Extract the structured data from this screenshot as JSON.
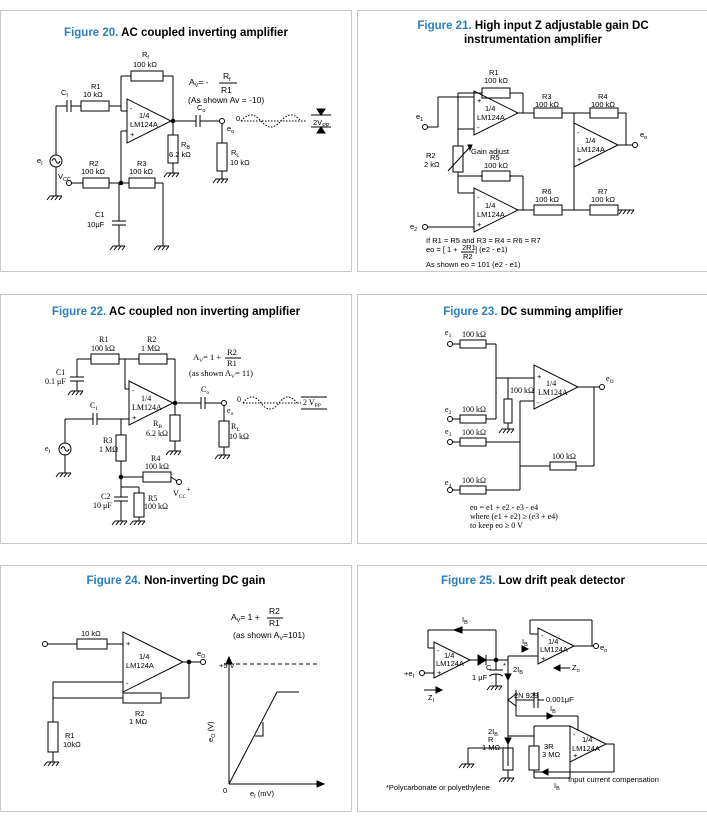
{
  "figures": [
    {
      "number": "Figure 20.",
      "title": "AC coupled inverting amplifier",
      "labels": {
        "rf": "R",
        "rf_sub": "f",
        "rf_val": "100 kΩ",
        "r1": "R1",
        "r1_val": "10 kΩ",
        "c1_top": "C",
        "c1_top_sub": "I",
        "r2": "R2",
        "r2_val": "100 kΩ",
        "r3": "R3",
        "r3_val": "100 kΩ",
        "rb": "R",
        "rb_sub": "B",
        "rb_val": "6.2 kΩ",
        "co": "C",
        "co_sub": "o",
        "eo": "e",
        "eo_sub": "o",
        "rl": "R",
        "rl_sub": "L",
        "rl_val": "10 kΩ",
        "opamp_top": "1/4",
        "opamp": "LM124A",
        "vcc": "V",
        "vcc_sub": "CC",
        "ei": "e",
        "ei_sub": "I",
        "c1": "C1",
        "c1_val": "10μF",
        "zero": "0",
        "vpp": "2V",
        "vpp_sub": "PP",
        "av": "A",
        "av_sub": "V",
        "av_eq": "= -",
        "av_num": "R",
        "av_num_sub": "f",
        "av_den": "R1",
        "av_note": "(As shown Av = -10)"
      }
    },
    {
      "number": "Figure 21.",
      "title": "High input Z adjustable gain DC instrumentation amplifier",
      "labels": {
        "r1": "R1",
        "r1_val": "100 kΩ",
        "r3": "R3",
        "r3_val": "100 kΩ",
        "r4": "R4",
        "r4_val": "100 kΩ",
        "r5": "R5",
        "r5_val": "100 kΩ",
        "r6": "R6",
        "r6_val": "100 kΩ",
        "r7": "R7",
        "r7_val": "100 kΩ",
        "r2": "R2",
        "r2_val": "2 kΩ",
        "gain": "Gain adjust",
        "opamp_top": "1/4",
        "opamp": "LM124A",
        "e1": "e",
        "e1_sub": "1",
        "e2": "e",
        "e2_sub": "2",
        "eo": "e",
        "eo_sub": "o",
        "plus": "+",
        "minus": "-",
        "note1": "If R1 = R5 and R3 = R4 = R6 = R7",
        "note2a": "eo = [ 1 +",
        "note2b": "2R1",
        "note2c": "] (e2 - e1)",
        "note2d": "R2",
        "note3": "As shown eo = 101 (e2 - e1)"
      }
    },
    {
      "number": "Figure 22.",
      "title": "AC coupled non inverting amplifier",
      "labels": {
        "r1": "R1",
        "r1_val": "100 kΩ",
        "r2": "R2",
        "r2_val": "1 MΩ",
        "c1": "C1",
        "c1_val": "0.1 μF",
        "c2": "C",
        "c2_sub": "I",
        "r3": "R3",
        "r3_val": "1 MΩ",
        "r4": "R4",
        "r4_val": "100 kΩ",
        "r5": "R5",
        "r5_val": "100 kΩ",
        "c2b": "C2",
        "c2b_val": "10 μF",
        "rb": "R",
        "rb_sub": "B",
        "rb_val": "6.2 kΩ",
        "co": "C",
        "co_sub": "o",
        "eo": "e",
        "eo_sub": "o",
        "rl": "R",
        "rl_sub": "L",
        "rl_val": "10 kΩ",
        "ei": "e",
        "ei_sub": "I",
        "vcc": "V",
        "vcc_sub": "CC",
        "opamp_top": "1/4",
        "opamp": "LM124A",
        "zero": "0",
        "vpp": "2 V",
        "vpp_sub": "PP",
        "av": "A",
        "av_sub": "V",
        "av_eq": "= 1 +",
        "av_num": "R2",
        "av_den": "R1",
        "av_note": "(as shown A",
        "av_note_sub": "V",
        "av_note_end": "= 11)"
      }
    },
    {
      "number": "Figure 23.",
      "title": "DC summing amplifier",
      "labels": {
        "r_val": "100 kΩ",
        "e1": "e",
        "e1_sub": "1",
        "e2": "e",
        "e2_sub": "2",
        "e3": "e",
        "e3_sub": "3",
        "e4": "e",
        "e4_sub": "4",
        "eo": "e",
        "eo_sub": "O",
        "opamp_top": "1/4",
        "opamp": "LM124A",
        "note1": "eo = e1 + e2 - e3 - e4",
        "note2": "where (e1 + e2)  ≥ (e3 + e4)",
        "note3": "to keep eo  ≥ 0 V"
      }
    },
    {
      "number": "Figure 24.",
      "title": "Non-inverting DC gain",
      "labels": {
        "r_in": "10 kΩ",
        "r1": "R1",
        "r1_val": "10kΩ",
        "r2": "R2",
        "r2_val": "1 MΩ",
        "opamp_top": "1/4",
        "opamp": "LM124A",
        "eo": "e",
        "eo_sub": "O",
        "av": "A",
        "av_sub": "V",
        "av_eq": "= 1 +",
        "av_num": "R2",
        "av_den": "R1",
        "av_note": "(as shown  A",
        "av_note_sub": "V",
        "av_note_end": "=101)",
        "v5": "+5 V",
        "ylabel": "e",
        "ylabel_sub": "O",
        "ylabel_unit": "(V)",
        "zero": "0",
        "xlabel": "e",
        "xlabel_sub": "I",
        "xlabel_unit": "(mV)"
      }
    },
    {
      "number": "Figure 25.",
      "title": "Low drift peak detector",
      "labels": {
        "ib": "I",
        "ib_sub": "B",
        "two_ib": "2I",
        "two_ib_sub": "B",
        "opamp_top": "1/4",
        "opamp": "LM124A",
        "ei": "+e",
        "ei_sub": "I",
        "eo": "e",
        "eo_sub": "o",
        "zi": "Z",
        "zi_sub": "I",
        "zo": "Z",
        "zo_sub": "o",
        "c_val": "1 μF",
        "c": "C",
        "star": "*",
        "transistor": "2N 929",
        "cap2": "0.001μF",
        "r": "R",
        "r_val": "1 MΩ",
        "r3": "3R",
        "r3_val": "3 MΩ",
        "plus": "+",
        "minus": "-",
        "comp": "Input current compensation",
        "footnote": "*Polycarbonate or polyethylene"
      }
    }
  ]
}
